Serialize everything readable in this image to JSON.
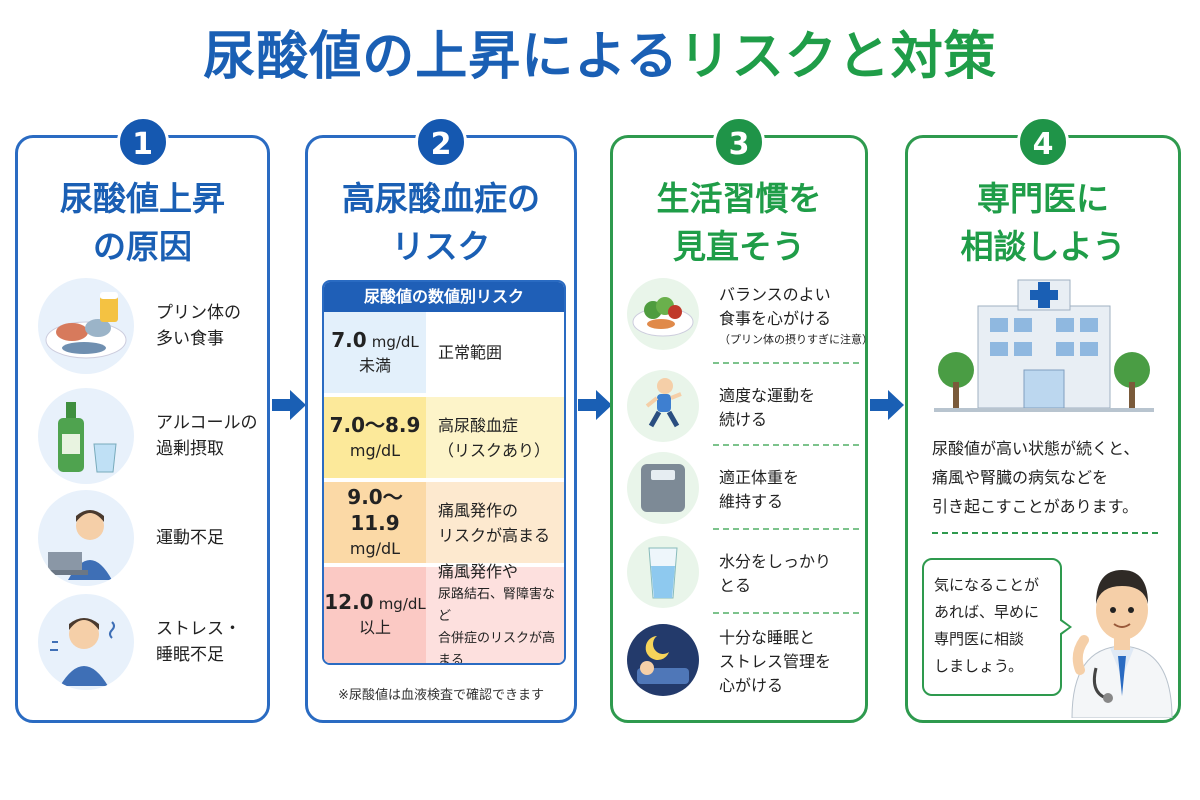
{
  "title": {
    "part1": "尿酸値の上昇による",
    "part2": "リスクと対策"
  },
  "cards": [
    {
      "number": "1",
      "title": [
        "尿酸値上昇",
        "の原因"
      ],
      "items": [
        {
          "icon": "food-plate-icon",
          "lines": [
            "プリン体の",
            "多い食事"
          ]
        },
        {
          "icon": "alcohol-bottle-icon",
          "lines": [
            "アルコールの",
            "過剰摂取"
          ]
        },
        {
          "icon": "laptop-person-icon",
          "lines": [
            "運動不足"
          ]
        },
        {
          "icon": "stressed-person-icon",
          "lines": [
            "ストレス・",
            "睡眠不足"
          ]
        }
      ]
    },
    {
      "number": "2",
      "title": [
        "高尿酸血症の",
        "リスク"
      ],
      "table": {
        "header": "尿酸値の数値別リスク",
        "rows": [
          {
            "value": "7.0",
            "unit": "mg/dL",
            "sub": "未満",
            "desc": [
              "正常範囲"
            ],
            "color": "#e3f0fb"
          },
          {
            "value": "7.0～8.9",
            "unit": "",
            "sub": "mg/dL",
            "desc": [
              "高尿酸血症",
              "（リスクあり）"
            ],
            "color": "#fdf4c9"
          },
          {
            "value": "9.0～11.9",
            "unit": "",
            "sub": "mg/dL",
            "desc": [
              "痛風発作の",
              "リスクが高まる"
            ],
            "color": "#fde9cf"
          },
          {
            "value": "12.0",
            "unit": "mg/dL",
            "sub": "以上",
            "desc": [
              "痛風発作や"
            ],
            "desc_small": [
              "尿路結石、腎障害など",
              "合併症のリスクが高まる"
            ],
            "color": "#fde0de"
          }
        ]
      },
      "note": "※尿酸値は血液検査で確認できます"
    },
    {
      "number": "3",
      "title": [
        "生活習慣を",
        "見直そう"
      ],
      "items": [
        {
          "icon": "salad-icon",
          "lines": [
            "バランスのよい",
            "食事を心がける"
          ],
          "small": "（プリン体の摂りすぎに注意）"
        },
        {
          "icon": "running-icon",
          "lines": [
            "適度な運動を",
            "続ける"
          ]
        },
        {
          "icon": "scale-icon",
          "lines": [
            "適正体重を",
            "維持する"
          ]
        },
        {
          "icon": "water-glass-icon",
          "lines": [
            "水分をしっかり",
            "とる"
          ]
        },
        {
          "icon": "sleep-moon-icon",
          "lines": [
            "十分な睡眠と",
            "ストレス管理を",
            "心がける"
          ]
        }
      ]
    },
    {
      "number": "4",
      "title": [
        "専門医に",
        "相談しよう"
      ],
      "text": [
        "尿酸値が高い状態が続くと、",
        "痛風や腎臓の病気などを",
        "引き起こすことがあります。"
      ],
      "bubble": [
        "気になることが",
        "あれば、早めに",
        "専門医に相談",
        "しましょう。"
      ]
    }
  ],
  "colors": {
    "blue": "#1a5fb4",
    "green": "#1f9d48"
  }
}
